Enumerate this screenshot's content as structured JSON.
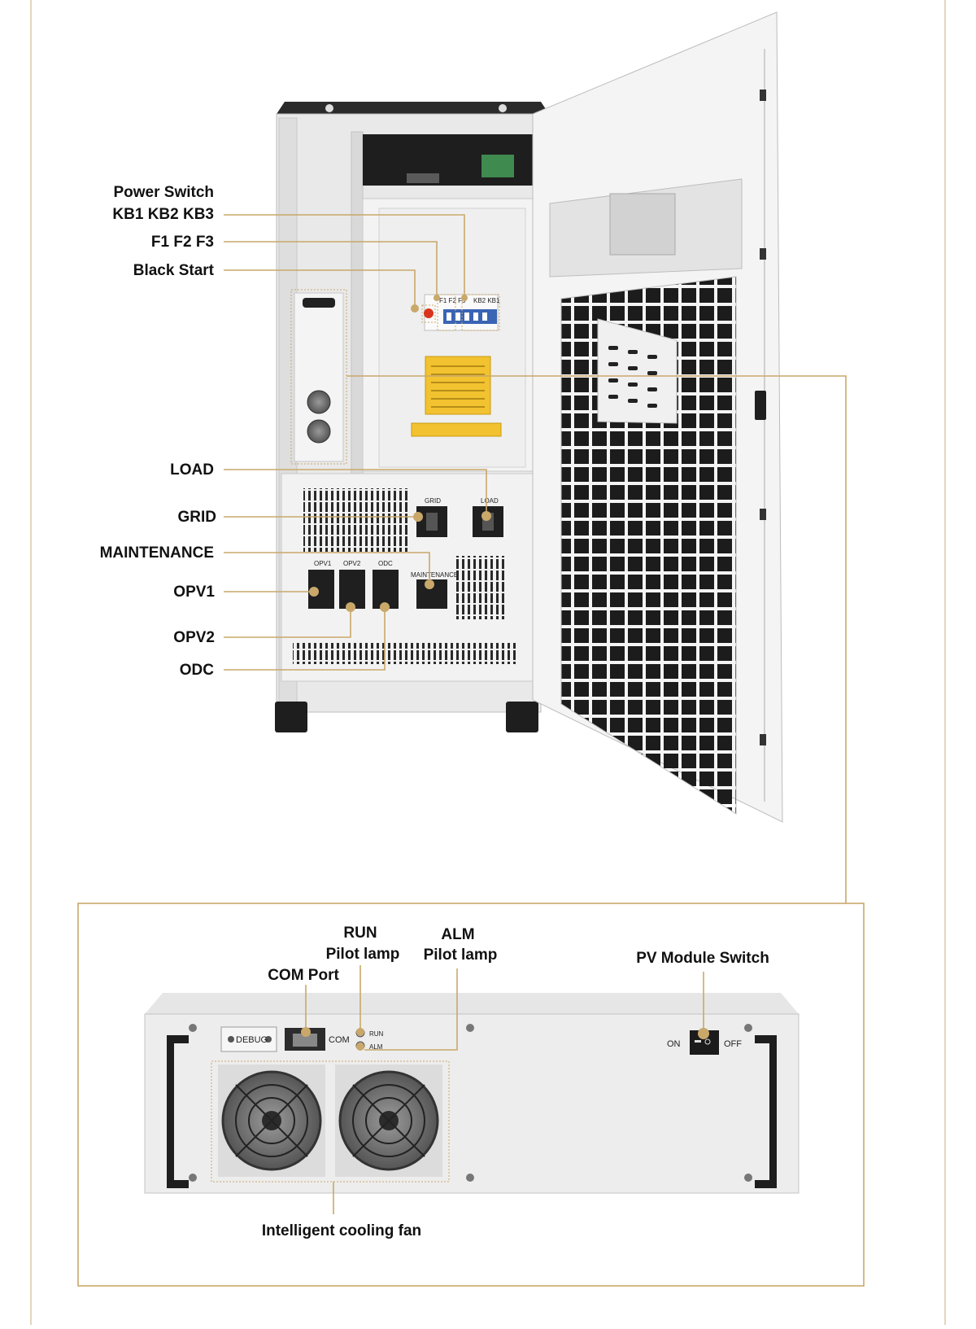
{
  "colors": {
    "gold": "#c9a86a",
    "frame": "#d8c9a5",
    "cabinet": "#f1f1f1",
    "dark": "#1b1b1b",
    "warning": "#f2c230"
  },
  "cabinet_labels": {
    "power_switch": "Power Switch",
    "kb_row": "KB1  KB2  KB3",
    "f_row": "F1  F2  F3",
    "black_start": "Black Start",
    "load": "LOAD",
    "grid": "GRID",
    "maintenance": "MAINTENANCE",
    "opv1": "OPV1",
    "opv2": "OPV2",
    "odc": "ODC"
  },
  "cabinet_panel_text": {
    "grid": "GRID",
    "load": "LOAD",
    "maintenance": "MAINTENANCE",
    "opv1": "OPV1",
    "opv2": "OPV2",
    "odc": "ODC",
    "breakers": "F1 F2 F3",
    "kb": "KB2 KB1"
  },
  "module_labels": {
    "run_title": "RUN",
    "run_sub": "Pilot lamp",
    "alm_title": "ALM",
    "alm_sub": "Pilot lamp",
    "com_port": "COM Port",
    "pv_switch": "PV Module Switch",
    "cooling_fan": "Intelligent cooling fan"
  },
  "module_panel_text": {
    "debug": "DEBUG",
    "com": "COM",
    "run": "RUN",
    "alm": "ALM",
    "on": "ON",
    "off": "OFF"
  },
  "icons": [
    "cooling-fan-icon",
    "rocker-switch-icon",
    "rj45-port-icon",
    "lamp-icon"
  ]
}
